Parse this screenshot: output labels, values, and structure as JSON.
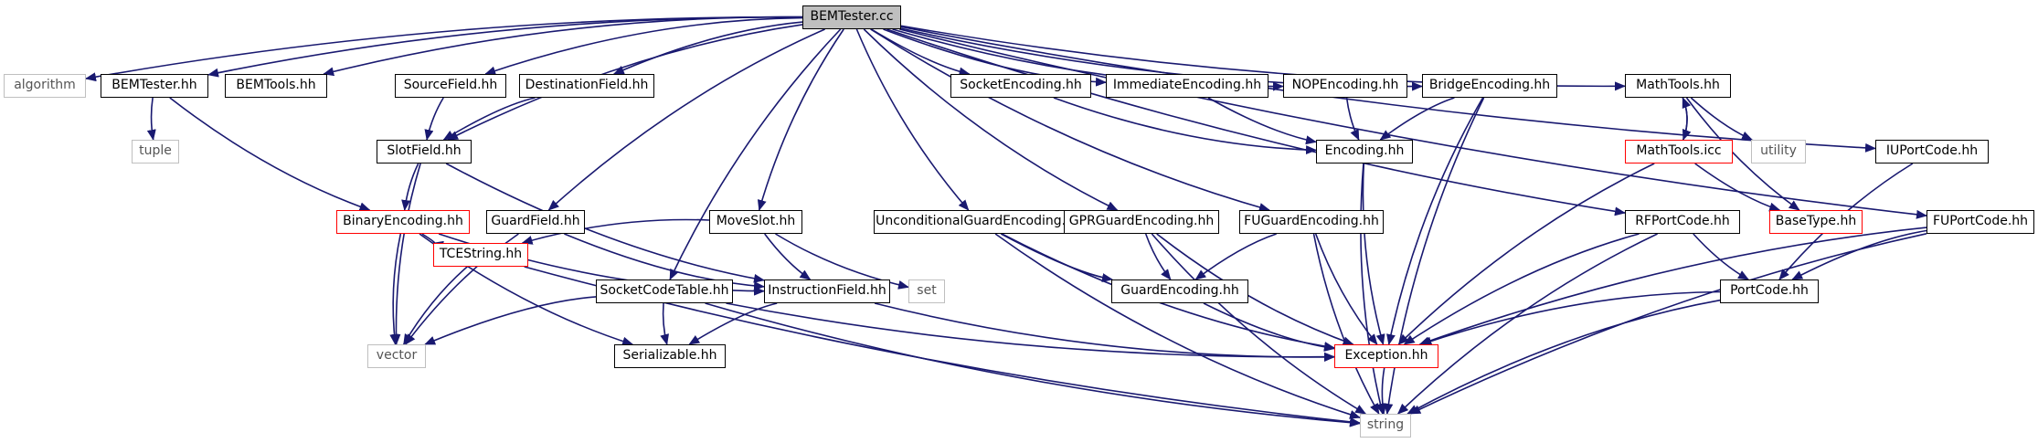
{
  "diagram": {
    "colors": {
      "edge": "#191970",
      "node_border": "#000000",
      "external_border": "#bfbfbf",
      "truncated_border": "#ff0000",
      "focus_fill": "#bfbfbf"
    },
    "nodes": [
      {
        "id": "bemtester_cc",
        "label": "BEMTester.cc",
        "kind": "focus"
      },
      {
        "id": "algorithm",
        "label": "algorithm",
        "kind": "external"
      },
      {
        "id": "bemtester_hh",
        "label": "BEMTester.hh",
        "kind": "normal"
      },
      {
        "id": "bemtools_hh",
        "label": "BEMTools.hh",
        "kind": "normal"
      },
      {
        "id": "sourcefield_hh",
        "label": "SourceField.hh",
        "kind": "normal"
      },
      {
        "id": "destinationfield_hh",
        "label": "DestinationField.hh",
        "kind": "normal"
      },
      {
        "id": "socketencoding_hh",
        "label": "SocketEncoding.hh",
        "kind": "normal"
      },
      {
        "id": "immediateencoding_hh",
        "label": "ImmediateEncoding.hh",
        "kind": "normal"
      },
      {
        "id": "nopencoding_hh",
        "label": "NOPEncoding.hh",
        "kind": "normal"
      },
      {
        "id": "bridgeencoding_hh",
        "label": "BridgeEncoding.hh",
        "kind": "normal"
      },
      {
        "id": "mathtools_hh",
        "label": "MathTools.hh",
        "kind": "normal"
      },
      {
        "id": "tuple",
        "label": "tuple",
        "kind": "external"
      },
      {
        "id": "slotfield_hh",
        "label": "SlotField.hh",
        "kind": "normal"
      },
      {
        "id": "encoding_hh",
        "label": "Encoding.hh",
        "kind": "normal"
      },
      {
        "id": "mathtools_icc",
        "label": "MathTools.icc",
        "kind": "truncated"
      },
      {
        "id": "utility",
        "label": "utility",
        "kind": "external"
      },
      {
        "id": "iuportcode_hh",
        "label": "IUPortCode.hh",
        "kind": "normal"
      },
      {
        "id": "binaryencoding_hh",
        "label": "BinaryEncoding.hh",
        "kind": "truncated"
      },
      {
        "id": "guardfield_hh",
        "label": "GuardField.hh",
        "kind": "normal"
      },
      {
        "id": "moveslot_hh",
        "label": "MoveSlot.hh",
        "kind": "normal"
      },
      {
        "id": "unconditionalguardencoding_hh",
        "label": "UnconditionalGuardEncoding.hh",
        "kind": "normal"
      },
      {
        "id": "gprguardencoding_hh",
        "label": "GPRGuardEncoding.hh",
        "kind": "normal"
      },
      {
        "id": "fuguardencoding_hh",
        "label": "FUGuardEncoding.hh",
        "kind": "normal"
      },
      {
        "id": "rfportcode_hh",
        "label": "RFPortCode.hh",
        "kind": "normal"
      },
      {
        "id": "basetype_hh",
        "label": "BaseType.hh",
        "kind": "truncated"
      },
      {
        "id": "fuportcode_hh",
        "label": "FUPortCode.hh",
        "kind": "normal"
      },
      {
        "id": "tcestring_hh",
        "label": "TCEString.hh",
        "kind": "truncated"
      },
      {
        "id": "instructionfield_hh",
        "label": "InstructionField.hh",
        "kind": "normal"
      },
      {
        "id": "set",
        "label": "set",
        "kind": "external"
      },
      {
        "id": "socketcodetable_hh",
        "label": "SocketCodeTable.hh",
        "kind": "normal"
      },
      {
        "id": "guardencoding_hh",
        "label": "GuardEncoding.hh",
        "kind": "normal"
      },
      {
        "id": "portcode_hh",
        "label": "PortCode.hh",
        "kind": "normal"
      },
      {
        "id": "vector",
        "label": "vector",
        "kind": "external"
      },
      {
        "id": "serializable_hh",
        "label": "Serializable.hh",
        "kind": "normal"
      },
      {
        "id": "exception_hh",
        "label": "Exception.hh",
        "kind": "truncated"
      },
      {
        "id": "string",
        "label": "string",
        "kind": "external"
      }
    ],
    "edges": [
      [
        "bemtester_cc",
        "algorithm"
      ],
      [
        "bemtester_cc",
        "bemtester_hh"
      ],
      [
        "bemtester_cc",
        "bemtools_hh"
      ],
      [
        "bemtester_cc",
        "slotfield_hh"
      ],
      [
        "bemtester_cc",
        "sourcefield_hh"
      ],
      [
        "bemtester_cc",
        "destinationfield_hh"
      ],
      [
        "bemtester_cc",
        "guardfield_hh"
      ],
      [
        "bemtester_cc",
        "socketcodetable_hh"
      ],
      [
        "bemtester_cc",
        "moveslot_hh"
      ],
      [
        "bemtester_cc",
        "unconditionalguardencoding_hh"
      ],
      [
        "bemtester_cc",
        "gprguardencoding_hh"
      ],
      [
        "bemtester_cc",
        "fuguardencoding_hh"
      ],
      [
        "bemtester_cc",
        "socketencoding_hh"
      ],
      [
        "bemtester_cc",
        "immediateencoding_hh"
      ],
      [
        "bemtester_cc",
        "nopencoding_hh"
      ],
      [
        "bemtester_cc",
        "bridgeencoding_hh"
      ],
      [
        "bemtester_cc",
        "rfportcode_hh"
      ],
      [
        "bemtester_cc",
        "mathtools_hh"
      ],
      [
        "bemtester_cc",
        "iuportcode_hh"
      ],
      [
        "bemtester_cc",
        "fuportcode_hh"
      ],
      [
        "bemtester_hh",
        "tuple"
      ],
      [
        "bemtester_hh",
        "binaryencoding_hh"
      ],
      [
        "sourcefield_hh",
        "slotfield_hh"
      ],
      [
        "destinationfield_hh",
        "slotfield_hh"
      ],
      [
        "slotfield_hh",
        "binaryencoding_hh"
      ],
      [
        "slotfield_hh",
        "instructionfield_hh"
      ],
      [
        "slotfield_hh",
        "vector"
      ],
      [
        "binaryencoding_hh",
        "tcestring_hh"
      ],
      [
        "binaryencoding_hh",
        "instructionfield_hh"
      ],
      [
        "binaryencoding_hh",
        "vector"
      ],
      [
        "binaryencoding_hh",
        "serializable_hh"
      ],
      [
        "guardfield_hh",
        "instructionfield_hh"
      ],
      [
        "guardfield_hh",
        "vector"
      ],
      [
        "moveslot_hh",
        "instructionfield_hh"
      ],
      [
        "moveslot_hh",
        "tcestring_hh"
      ],
      [
        "moveslot_hh",
        "set"
      ],
      [
        "tcestring_hh",
        "vector"
      ],
      [
        "tcestring_hh",
        "string"
      ],
      [
        "instructionfield_hh",
        "serializable_hh"
      ],
      [
        "instructionfield_hh",
        "exception_hh"
      ],
      [
        "socketcodetable_hh",
        "serializable_hh"
      ],
      [
        "socketcodetable_hh",
        "vector"
      ],
      [
        "socketcodetable_hh",
        "exception_hh"
      ],
      [
        "socketcodetable_hh",
        "string"
      ],
      [
        "unconditionalguardencoding_hh",
        "guardencoding_hh"
      ],
      [
        "unconditionalguardencoding_hh",
        "exception_hh"
      ],
      [
        "unconditionalguardencoding_hh",
        "string"
      ],
      [
        "gprguardencoding_hh",
        "guardencoding_hh"
      ],
      [
        "gprguardencoding_hh",
        "exception_hh"
      ],
      [
        "gprguardencoding_hh",
        "string"
      ],
      [
        "fuguardencoding_hh",
        "guardencoding_hh"
      ],
      [
        "fuguardencoding_hh",
        "exception_hh"
      ],
      [
        "fuguardencoding_hh",
        "string"
      ],
      [
        "guardencoding_hh",
        "exception_hh"
      ],
      [
        "socketencoding_hh",
        "encoding_hh"
      ],
      [
        "immediateencoding_hh",
        "encoding_hh"
      ],
      [
        "nopencoding_hh",
        "encoding_hh"
      ],
      [
        "bridgeencoding_hh",
        "encoding_hh"
      ],
      [
        "bridgeencoding_hh",
        "exception_hh"
      ],
      [
        "bridgeencoding_hh",
        "string"
      ],
      [
        "encoding_hh",
        "exception_hh"
      ],
      [
        "encoding_hh",
        "string"
      ],
      [
        "mathtools_hh",
        "mathtools_icc"
      ],
      [
        "mathtools_hh",
        "utility"
      ],
      [
        "mathtools_hh",
        "basetype_hh"
      ],
      [
        "mathtools_icc",
        "mathtools_hh"
      ],
      [
        "mathtools_icc",
        "exception_hh"
      ],
      [
        "mathtools_icc",
        "basetype_hh"
      ],
      [
        "rfportcode_hh",
        "portcode_hh"
      ],
      [
        "rfportcode_hh",
        "exception_hh"
      ],
      [
        "rfportcode_hh",
        "string"
      ],
      [
        "iuportcode_hh",
        "portcode_hh"
      ],
      [
        "fuportcode_hh",
        "portcode_hh"
      ],
      [
        "fuportcode_hh",
        "exception_hh"
      ],
      [
        "fuportcode_hh",
        "string"
      ],
      [
        "portcode_hh",
        "exception_hh"
      ],
      [
        "portcode_hh",
        "string"
      ],
      [
        "exception_hh",
        "string"
      ]
    ]
  }
}
